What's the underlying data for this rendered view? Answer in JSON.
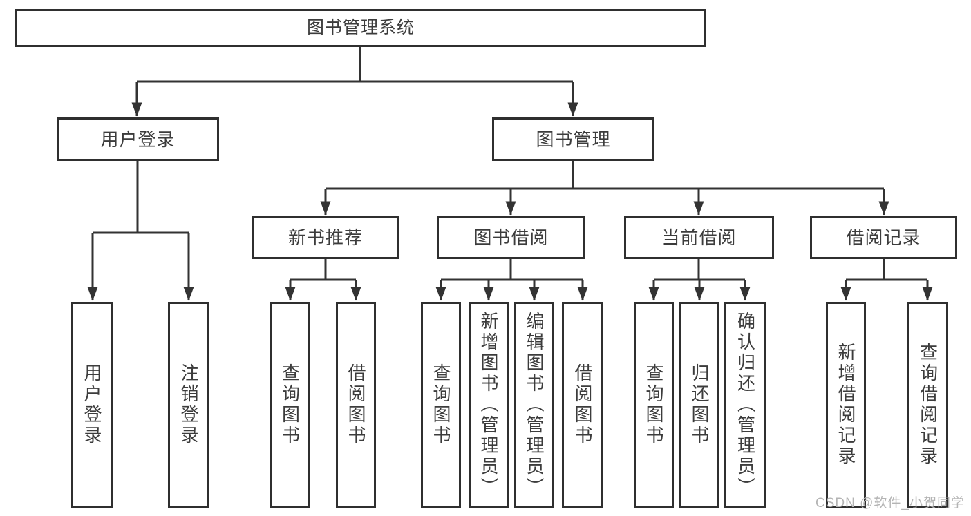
{
  "colors": {
    "line": "#333333",
    "box_border": "#2f2f2f",
    "text": "#3c3c3c",
    "box_background": "#ffffff",
    "watermark": "#b4b4b4",
    "page_background": "#ffffff"
  },
  "watermark": "CSDN @软件_小贺同学",
  "tree": {
    "root": "图书管理系统",
    "children": [
      {
        "label": "用户登录",
        "children": [
          "用户登录",
          "注销登录"
        ]
      },
      {
        "label": "图书管理",
        "children": [
          {
            "label": "新书推荐",
            "children": [
              "查询图书",
              "借阅图书"
            ]
          },
          {
            "label": "图书借阅",
            "children": [
              "查询图书",
              "新增图书（管理员）",
              "编辑图书（管理员）",
              "借阅图书"
            ]
          },
          {
            "label": "当前借阅",
            "children": [
              "查询图书",
              "归还图书",
              "确认归还（管理员）"
            ]
          },
          {
            "label": "借阅记录",
            "children": [
              "新增借阅记录",
              "查询借阅记录"
            ]
          }
        ]
      }
    ]
  }
}
